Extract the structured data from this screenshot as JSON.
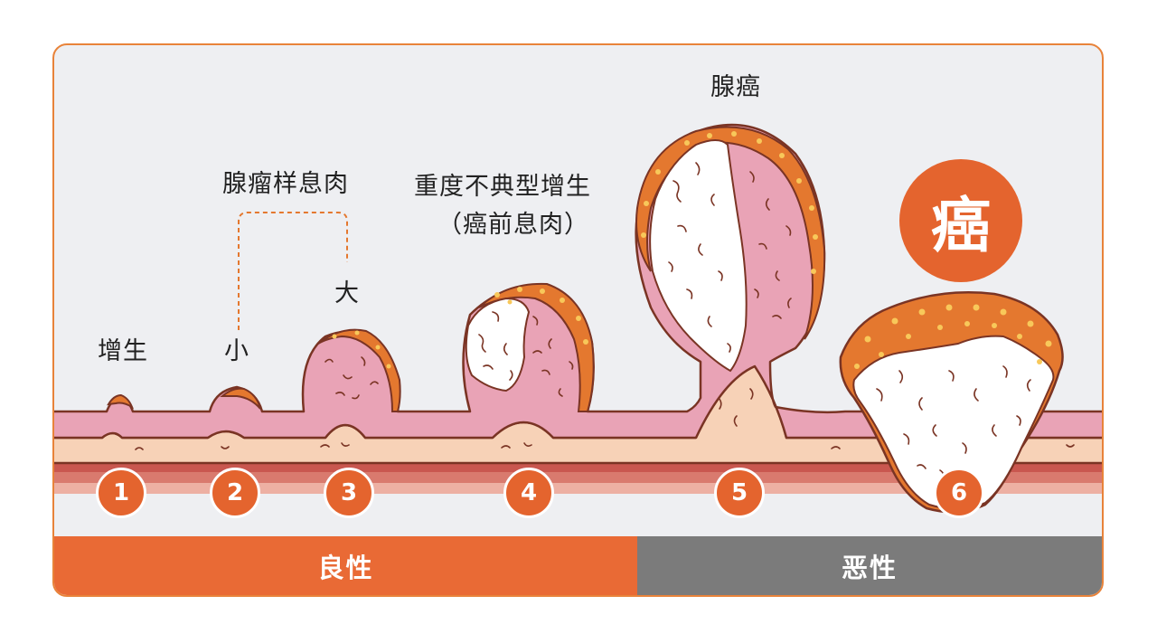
{
  "stages": {
    "s1": {
      "label": "增生",
      "num": "1"
    },
    "s2": {
      "label": "小",
      "num": "2"
    },
    "s3": {
      "label": "大",
      "num": "3"
    },
    "s4": {
      "label_line1": "重度不典型增生",
      "label_line2": "（癌前息肉）",
      "num": "4"
    },
    "s5": {
      "label": "腺癌",
      "num": "5"
    },
    "s6": {
      "num": "6"
    }
  },
  "adenoma_group_label": "腺瘤样息肉",
  "cancer_badge": {
    "label": "癌"
  },
  "bands": {
    "benign": "良性",
    "malignant": "恶性"
  },
  "colors": {
    "accent": "#E4642E",
    "benign_band": "#E96A35",
    "malignant_band": "#7B7B7B",
    "mucosa_pink": "#E9A3B6",
    "submucosa_beige": "#F7D2B7",
    "muscle_red": "#C9574F",
    "tumor_orange": "#E4782F",
    "outline": "#7A3424",
    "necrosis_white": "#FFFFFF"
  }
}
